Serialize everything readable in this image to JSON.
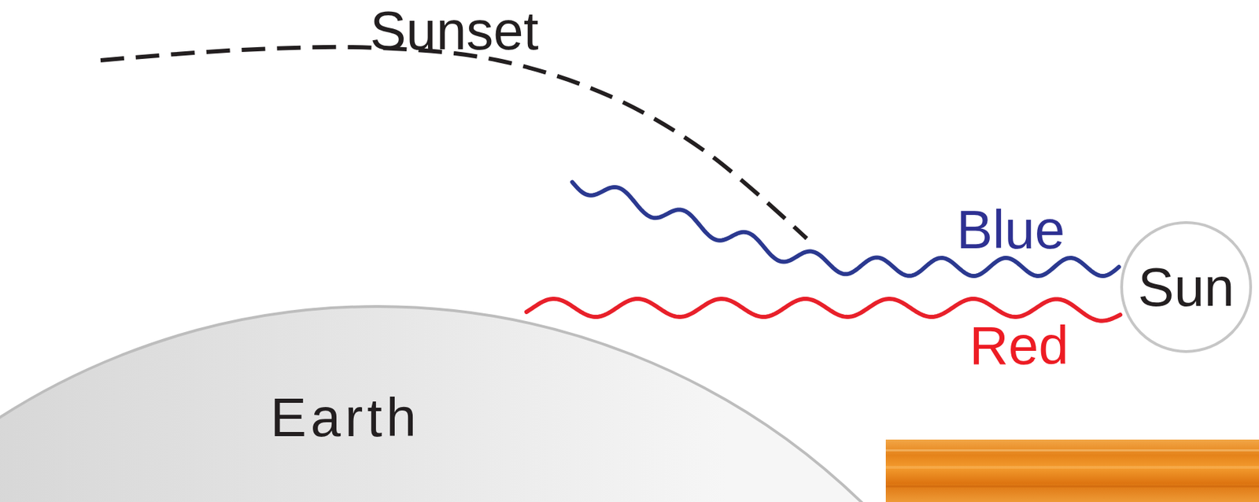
{
  "diagram": {
    "nodes": [
      {
        "text": [
          "Sun"
        ]
      },
      {
        "text": [
          "Earth"
        ]
      }
    ],
    "labels": [
      "Sunset",
      "Blue",
      "Red"
    ]
  }
}
